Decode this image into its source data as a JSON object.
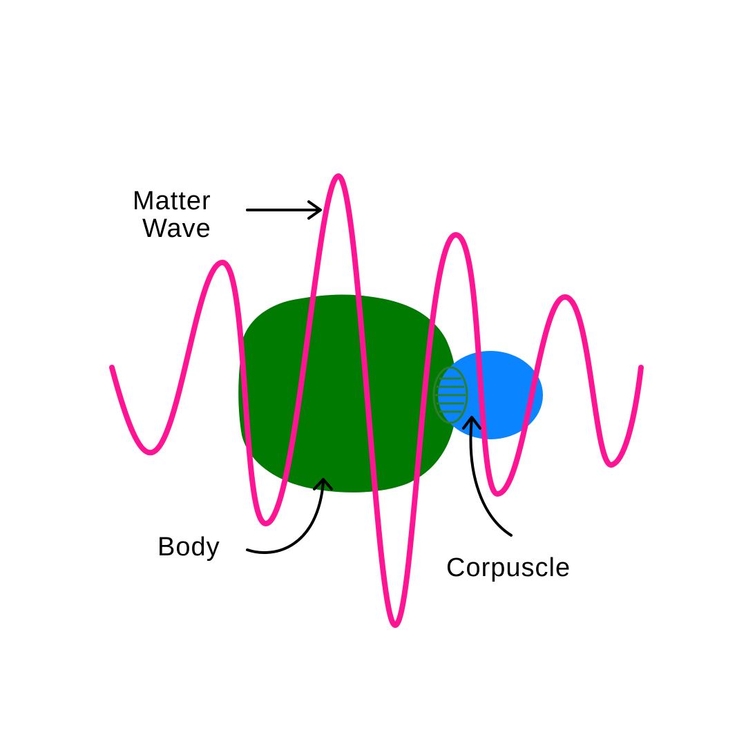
{
  "labels": {
    "matter_wave_line1": "Matter",
    "matter_wave_line2": "Wave",
    "body": "Body",
    "corpuscle": "Corpuscle"
  },
  "colors": {
    "background": "#ffffff",
    "wave": "#ff1493",
    "body": "#007a00",
    "corpuscle": "#0a84ff",
    "corpuscle_stripes": "#2b7f2b",
    "text": "#000000"
  }
}
